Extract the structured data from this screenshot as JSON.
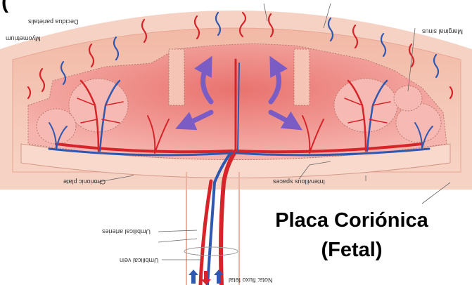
{
  "title_line1": "Placa Coriónica",
  "title_line2": "(Fetal)",
  "top_cut_text": "(",
  "labels": {
    "myometrium": "Myometrium",
    "decidua_parietalis": "Decidua parietalis",
    "marginal_sinus": "Marginal sinus",
    "chorionic_plate": "Chorionic plate",
    "intervillous_spaces": "Intervillous spaces",
    "umbilical_arteries": "Umbilical arteries",
    "umbilical_vein": "Umbilical vein",
    "fetal_label": "Nota: fluxo fetal"
  },
  "colors": {
    "uterine_wall": "#f4c5b4",
    "uterine_wall_dark": "#eaa48f",
    "intervillous": "#f3a2a0",
    "villi": "#f8b6b2",
    "artery": "#d6252a",
    "vein": "#2f58b0",
    "flow_arrow": "#7a5cc4"
  }
}
